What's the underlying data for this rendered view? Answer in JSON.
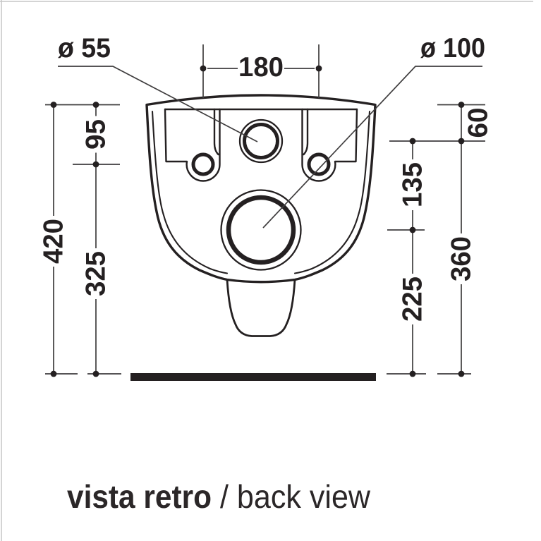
{
  "colors": {
    "ink": "#242021",
    "dim_line": "#3f3d3e",
    "ground": "#1b1819",
    "frame_border": "#c6c6c6"
  },
  "labels": {
    "inlet_diameter": "ø 55",
    "drain_diameter": "ø 100"
  },
  "dimensions": {
    "hole_spacing": "180",
    "rim_to_inlet": "60",
    "rim_to_holes": "95",
    "inlet_to_drain": "135",
    "holes_to_floor": "325",
    "drain_to_floor": "225",
    "inlet_to_floor": "360",
    "rim_to_floor": "420"
  },
  "caption": {
    "bold": "vista retro",
    "light": "/ back view"
  }
}
